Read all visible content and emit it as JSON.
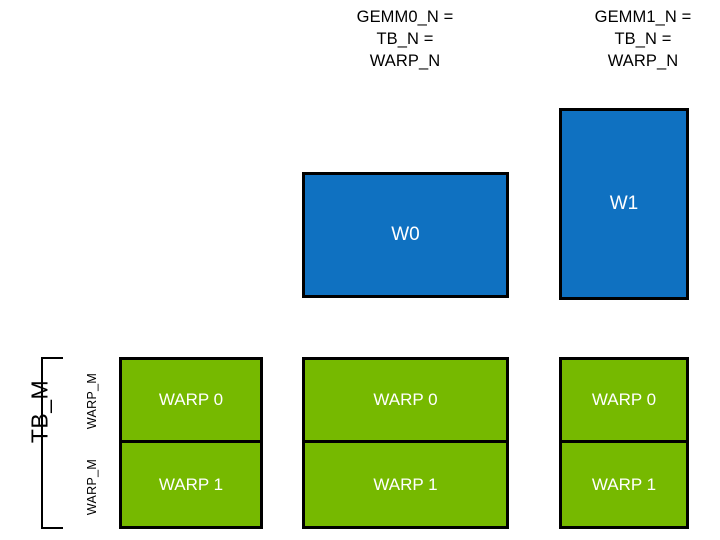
{
  "diagram": {
    "title_text": "",
    "colors": {
      "blue_fill": "#0F71C1",
      "green_fill": "#76B900",
      "stroke": "#000000",
      "label_text": "#FFFFFF",
      "caption_text": "#000000",
      "background": "#FFFFFF"
    },
    "column_captions": [
      {
        "id": "gemm0",
        "text": "GEMM0_N =\nTB_N =\nWARP_N"
      },
      {
        "id": "gemm1",
        "text": "GEMM1_N =\nTB_N =\nWARP_N"
      }
    ],
    "blue_boxes": [
      {
        "id": "w0",
        "label": "W0"
      },
      {
        "id": "w1",
        "label": "W1"
      }
    ],
    "green_columns": [
      {
        "id": "col0",
        "cells": [
          {
            "label": "WARP 0"
          },
          {
            "label": "WARP 1"
          }
        ]
      },
      {
        "id": "col1",
        "cells": [
          {
            "label": "WARP 0"
          },
          {
            "label": "WARP 1"
          }
        ]
      },
      {
        "id": "col2",
        "cells": [
          {
            "label": "WARP 0"
          },
          {
            "label": "WARP 1"
          }
        ]
      }
    ],
    "axis_labels": {
      "tb_m": "TB_M",
      "warp_m_top": "WARP_M",
      "warp_m_bottom": "WARP_M"
    }
  }
}
